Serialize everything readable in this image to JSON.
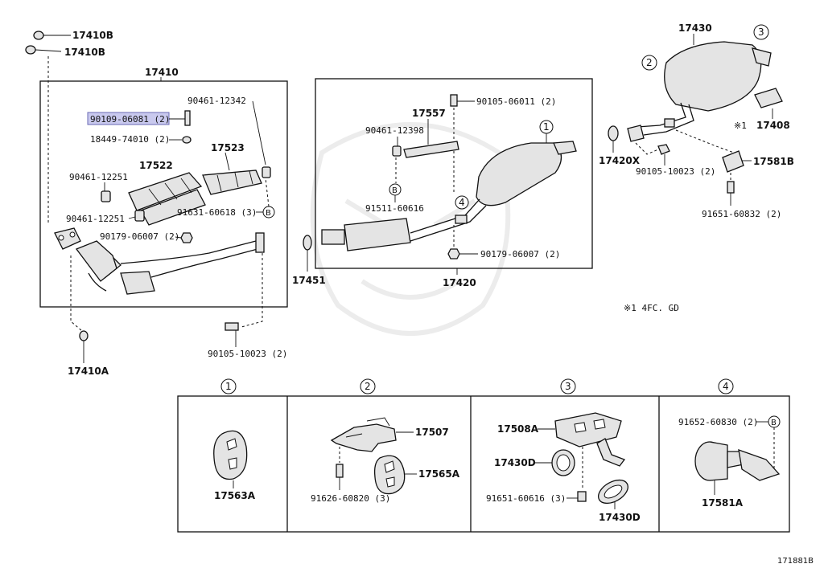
{
  "labels": {
    "p17410b_top": "17410B",
    "p17410b_2": "17410B",
    "p17410": "17410",
    "p90109": "90109-06081 (2)",
    "p18449": "18449-74010 (2)",
    "p90461_12342": "90461-12342",
    "p17522": "17522",
    "p17523": "17523",
    "p90461_12251_a": "90461-12251",
    "p90461_12251_b": "90461-12251",
    "p91631": "91631-60618 (3)",
    "p90179_a": "90179-06007 (2)",
    "p17451": "17451",
    "p90105_bottom": "90105-10023 (2)",
    "p17410a": "17410A",
    "p17557": "17557",
    "p90461_12398": "90461-12398",
    "p90105_06011": "90105-06011 (2)",
    "p91511": "91511-60616",
    "p90179_b": "90179-06007 (2)",
    "p17420": "17420",
    "p17430": "17430",
    "p17420x": "17420X",
    "p90105_right": "90105-10023 (2)",
    "p17581b": "17581B",
    "p17408": "17408",
    "p91651_60832": "91651-60832 (2)",
    "note_mark": "※1",
    "note": "※1  4FC. GD",
    "p17563a": "17563A",
    "p17507": "17507",
    "p91626": "91626-60820 (3)",
    "p17565a": "17565A",
    "p17508a": "17508A",
    "p17430d_a": "17430D",
    "p91651_60616": "91651-60616 (3)",
    "p17430d_b": "17430D",
    "p91652": "91652-60830 (2)",
    "p17581a": "17581A",
    "diagram_id": "171881B"
  },
  "refs": {
    "one": "1",
    "two": "2",
    "three": "3",
    "four": "4",
    "b": "B"
  },
  "highlight_part": "90109-06081 (2)",
  "colors": {
    "highlight_fill": "#c9c9ee",
    "part_fill": "#e4e4e4",
    "line": "#111111"
  }
}
